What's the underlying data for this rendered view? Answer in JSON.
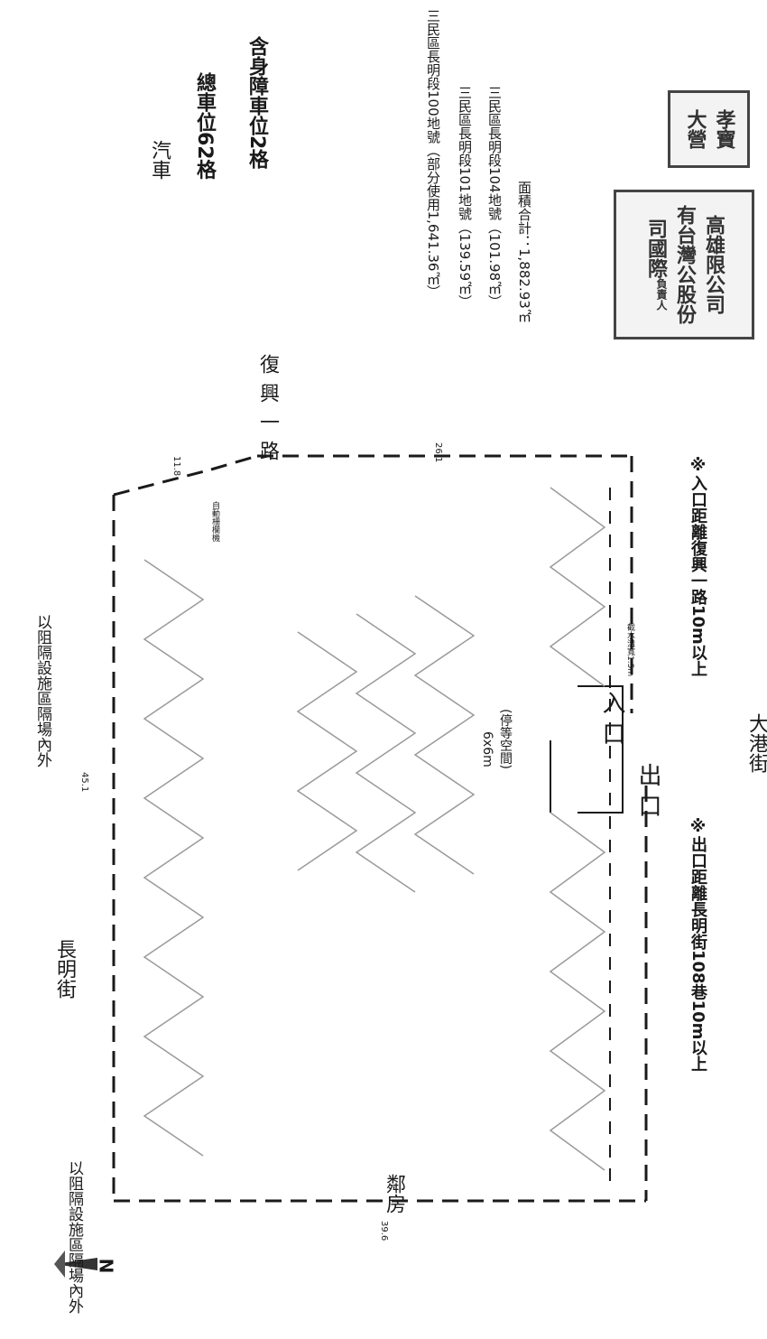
{
  "header": {
    "vehicle_type": "汽車",
    "total_spaces": "總車位62格",
    "accessible_spaces": "含身障車位2格"
  },
  "streets": {
    "top": "長明街",
    "bottom": "大港街",
    "right_road": "復興一路",
    "left_building": "鄰房"
  },
  "lots": {
    "lot1": "三民區長明段100地號（部分使用1,641.36㎡）",
    "lot2": "三民區長明段101地號（139.59㎡）",
    "lot3": "三民區長明段104地號（101.98㎡）",
    "total": "面積合計：1,882.93㎡"
  },
  "fence_notes": {
    "top": "以阻隔設施區隔場內外",
    "bottom": "以阻隔設施區隔場內外"
  },
  "notes": {
    "entrance": "※入口距離復興一路10m以上",
    "exit": "※出口距離長明街108巷10m以上"
  },
  "plan_labels": {
    "entry": "入口",
    "exit": "出口",
    "space_size": "6x6m",
    "space_note": "(停等空間)",
    "dim_451": "45.1",
    "dim_118": "11.8",
    "dim_39": "39.6",
    "dim_26": "26.1",
    "small_note": "自動柵欄機",
    "drain_note": "截水溝寬1.5m"
  },
  "stamp1": {
    "lines": [
      "高雄",
      "限公司",
      "有台灣",
      "公股份",
      "司國際",
      "負責人"
    ]
  },
  "stamp2": {
    "lines": [
      "孝寶",
      "大營"
    ]
  },
  "compass": {
    "label": "N"
  },
  "colors": {
    "ink": "#1a1a1a",
    "faint": "#9a9a9a",
    "stamp": "#333333"
  }
}
